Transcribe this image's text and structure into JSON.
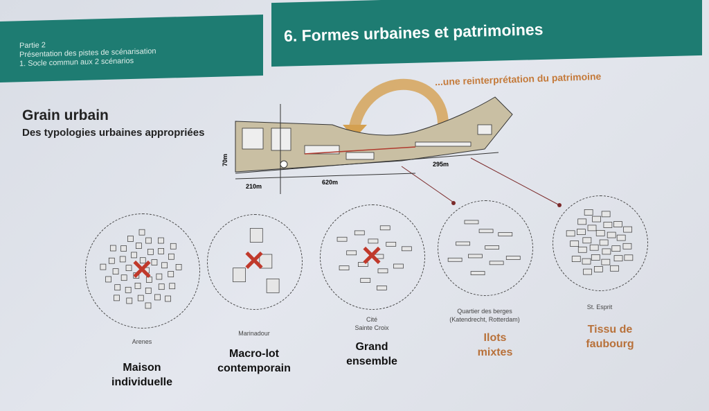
{
  "header": {
    "part": "Partie 2",
    "subtitle": "Présentation des pistes de scénarisation",
    "section": "1. Socle commun aux 2 scénarios",
    "title": "6. Formes urbaines et patrimoines"
  },
  "intro": {
    "heading": "Grain urbain",
    "subheading": "Des typologies urbaines appropriées",
    "annotation": "...une reinterprétation du patrimoine"
  },
  "plan": {
    "dim_height": "70m",
    "dim_a": "210m",
    "dim_b": "620m",
    "dim_c": "295m"
  },
  "typologies": [
    {
      "place": "Arenes",
      "label1": "Maison",
      "label2": "individuelle",
      "rejected": true,
      "color": "#111111"
    },
    {
      "place": "Marinadour",
      "label1": "Macro-lot",
      "label2": "contemporain",
      "rejected": true,
      "color": "#111111"
    },
    {
      "place": "Cité",
      "place2": "Sainte Croix",
      "label1": "Grand",
      "label2": "ensemble",
      "rejected": true,
      "color": "#111111"
    },
    {
      "place": "Quartier des berges",
      "place2": "(Katendrecht, Rotterdam)",
      "label1": "Ilots",
      "label2": "mixtes",
      "rejected": false,
      "color": "#b8713a"
    },
    {
      "place": "St. Esprit",
      "label1": "Tissu de",
      "label2": "faubourg",
      "rejected": false,
      "color": "#b8713a"
    }
  ],
  "colors": {
    "teal": "#1e7c72",
    "orange": "#c47a3a",
    "red": "#c0392b"
  }
}
